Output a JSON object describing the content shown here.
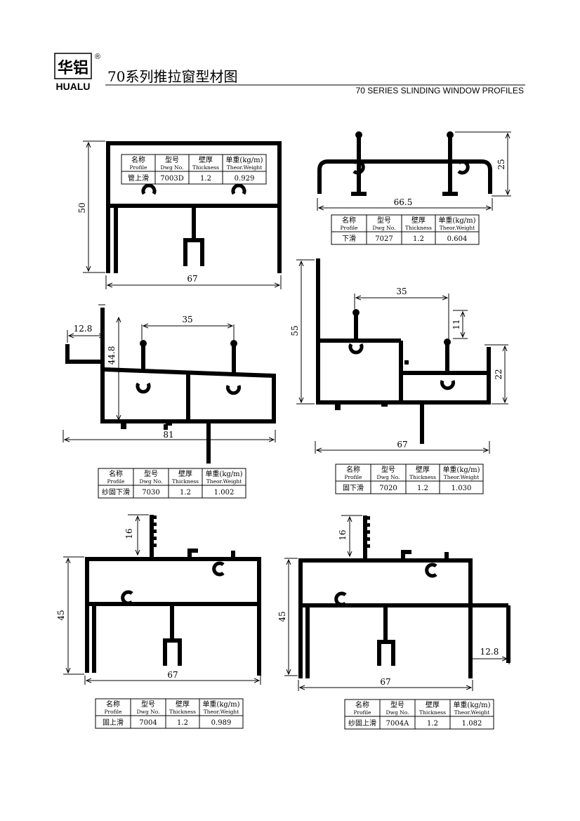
{
  "header": {
    "brand_cn": "华铝",
    "brand_en": "HUALU",
    "registered": "®",
    "title_cn": "70系列推拉窗型材图",
    "title_en": "70 SERIES SLINDING WINDOW PROFILES"
  },
  "table_head": {
    "name_cn": "名称",
    "name_en": "Profile",
    "dwg_cn": "型号",
    "dwg_en": "Dwg No.",
    "thk_cn": "壁厚",
    "thk_en": "Thickness",
    "wt_cn": "单重(kg/m)",
    "wt_en": "Theor.Weight"
  },
  "profiles": [
    {
      "name": "管上滑",
      "dwg": "7003D",
      "thk": "1.2",
      "wt": "0.929",
      "dims": [
        "50",
        "67"
      ]
    },
    {
      "name": "下滑",
      "dwg": "7027",
      "thk": "1.2",
      "wt": "0.604",
      "dims": [
        "25",
        "66.5"
      ]
    },
    {
      "name": "纱固下滑",
      "dwg": "7030",
      "thk": "1.2",
      "wt": "1.002",
      "dims": [
        "12.8",
        "35",
        "44.8",
        "81"
      ]
    },
    {
      "name": "固下滑",
      "dwg": "7020",
      "thk": "1.2",
      "wt": "1.030",
      "dims": [
        "35",
        "55",
        "11",
        "22",
        "67"
      ]
    },
    {
      "name": "固上滑",
      "dwg": "7004",
      "thk": "1.2",
      "wt": "0.989",
      "dims": [
        "16",
        "45",
        "67"
      ]
    },
    {
      "name": "纱固上滑",
      "dwg": "7004A",
      "thk": "1.2",
      "wt": "1.082",
      "dims": [
        "16",
        "45",
        "12.8",
        "67"
      ]
    }
  ]
}
